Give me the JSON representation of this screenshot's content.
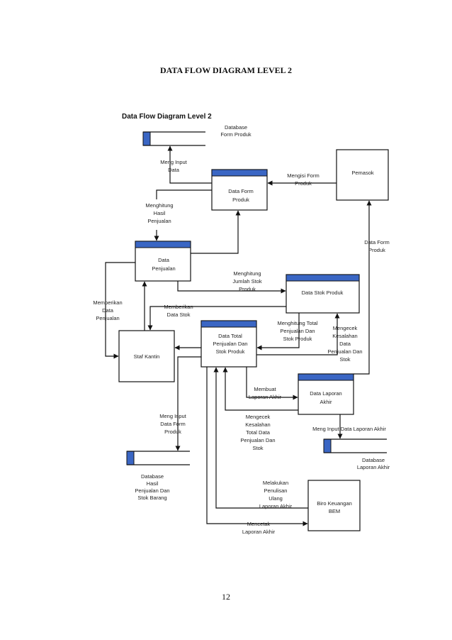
{
  "page": {
    "title": "DATA FLOW DIAGRAM LEVEL 2",
    "number": "12"
  },
  "diagram": {
    "title": "Data Flow Diagram Level 2",
    "colors": {
      "header_band": "#3a66c4",
      "line": "#111111"
    },
    "stores": {
      "form_produk": [
        "Database",
        "Form Produk"
      ],
      "hasil_penjualan": [
        "Database",
        "Hasil",
        "Penjualan Dan",
        "Stok Barang"
      ],
      "laporan_akhir": [
        "Database",
        "Laporan Akhir"
      ]
    },
    "processes": {
      "data_form_produk": [
        "Data Form",
        "Produk"
      ],
      "data_penjualan": [
        "Data",
        "Penjualan"
      ],
      "data_stok_produk": [
        "Data Stok Produk"
      ],
      "data_total": [
        "Data Total",
        "Penjualan Dan",
        "Stok Produk"
      ],
      "data_laporan_akhir": [
        "Data Laporan",
        "Akhir"
      ]
    },
    "entities": {
      "pemasok": [
        "Pemasok"
      ],
      "staf_kantin": [
        "Staf Kantin"
      ],
      "biro_keuangan": [
        "Biro Keuangan",
        "BEM"
      ]
    },
    "flows": {
      "meng_input_data": [
        "Meng Input",
        "Data"
      ],
      "mengisi_form": [
        "Mengisi Form",
        "Produk"
      ],
      "menghitung_hasil": [
        "Menghitung",
        "Hasil",
        "Penjualan"
      ],
      "data_form_produk": [
        "Data Form",
        "Produk"
      ],
      "menghitung_jumlah": [
        "Menghitung",
        "Jumlah Stok",
        "Produk"
      ],
      "memberikan_data_penjualan": [
        "Memberikan",
        "Data",
        "Penjualan"
      ],
      "memberikan_data_stok": [
        "Memberikan",
        "Data Stok"
      ],
      "menghitung_total": [
        "Menghitung Total",
        "Penjualan Dan",
        "Stok Produk"
      ],
      "mengecek_kesalahan_data": [
        "Mengecek",
        "Kesalahan",
        "Data",
        "Penjualan Dan",
        "Stok"
      ],
      "membuat_laporan": [
        "Membuat",
        "Laporan Akhir"
      ],
      "mengecek_kesalahan_total": [
        "Mengecek",
        "Kesalahan",
        "Total Data",
        "Penjualan Dan",
        "Stok"
      ],
      "meng_input_form": [
        "Meng Input",
        "Data Form",
        "Produk"
      ],
      "meng_input_laporan": [
        "Meng Input Data Laporan Akhir"
      ],
      "melakukan_penulisan": [
        "Melakukan",
        "Penulisan",
        "Ulang",
        "Laporan Akhir"
      ],
      "mencetak_laporan": [
        "Mencetak",
        "Laporan Akhir"
      ]
    }
  }
}
